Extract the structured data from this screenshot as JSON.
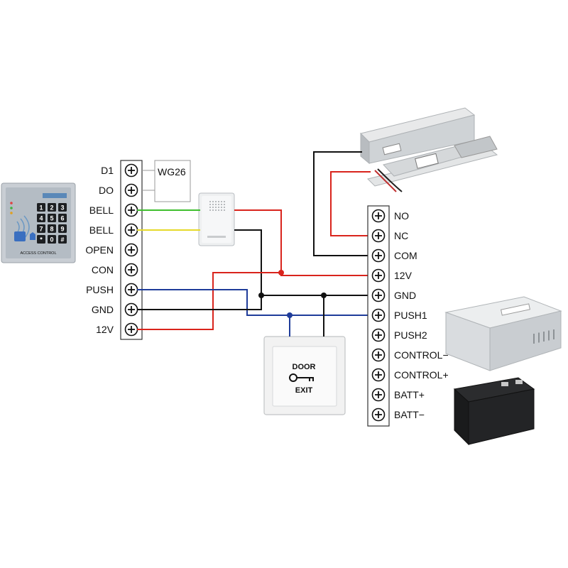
{
  "left_terminal": {
    "labels": [
      "D1",
      "DO",
      "BELL",
      "BELL",
      "OPEN",
      "CON",
      "PUSH",
      "GND",
      "12V"
    ]
  },
  "right_terminal": {
    "labels": [
      "NO",
      "NC",
      "COM",
      "12V",
      "GND",
      "PUSH1",
      "PUSH2",
      "CONTROL−",
      "CONTROL+",
      "BATT+",
      "BATT−"
    ]
  },
  "wiegand_box": {
    "label": "WG26"
  },
  "keypad": {
    "keys": [
      "1",
      "2",
      "3",
      "4",
      "5",
      "6",
      "7",
      "8",
      "9",
      "*",
      "0",
      "#"
    ],
    "brand": "",
    "footer": "ACCESS CONTROL"
  },
  "exit_button": {
    "line1": "DOOR",
    "line2": "EXIT"
  },
  "wire_colors": {
    "red": "#d9241c",
    "black": "#111111",
    "blue": "#1f3c9a",
    "green": "#3fbf2e",
    "yellow": "#e6d92a",
    "gray": "#9a9a9a"
  }
}
